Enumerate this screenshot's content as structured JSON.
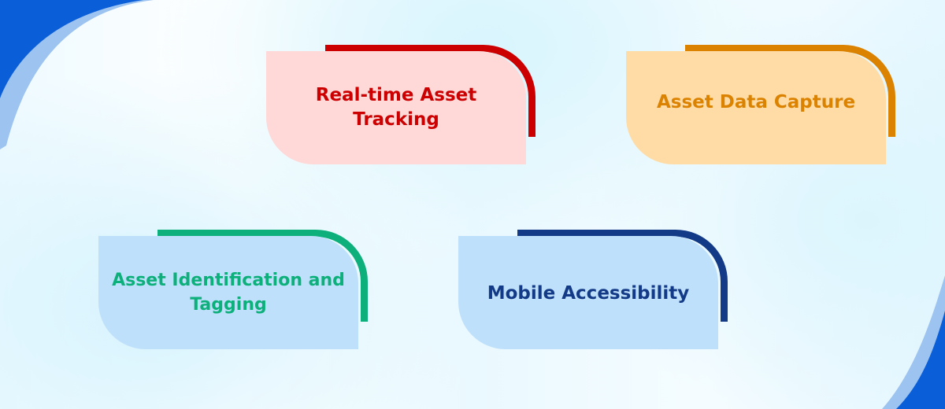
{
  "colors": {
    "corner_dark": "#0a5fd8",
    "corner_light": "#9dc3f0"
  },
  "cards": [
    {
      "label": "Real-time Asset Tracking",
      "text_color": "#cc0000",
      "fill_color": "#ffd8d8",
      "accent_color": "#cc0000"
    },
    {
      "label": "Asset Data Capture",
      "text_color": "#db8200",
      "fill_color": "#ffdca6",
      "accent_color": "#db8200"
    },
    {
      "label": "Asset Identification and Tagging",
      "text_color": "#0db07a",
      "fill_color": "#bfe0fb",
      "accent_color": "#0db07a"
    },
    {
      "label": "Mobile Accessibility",
      "text_color": "#133a86",
      "fill_color": "#bfe0fb",
      "accent_color": "#133a86"
    }
  ]
}
